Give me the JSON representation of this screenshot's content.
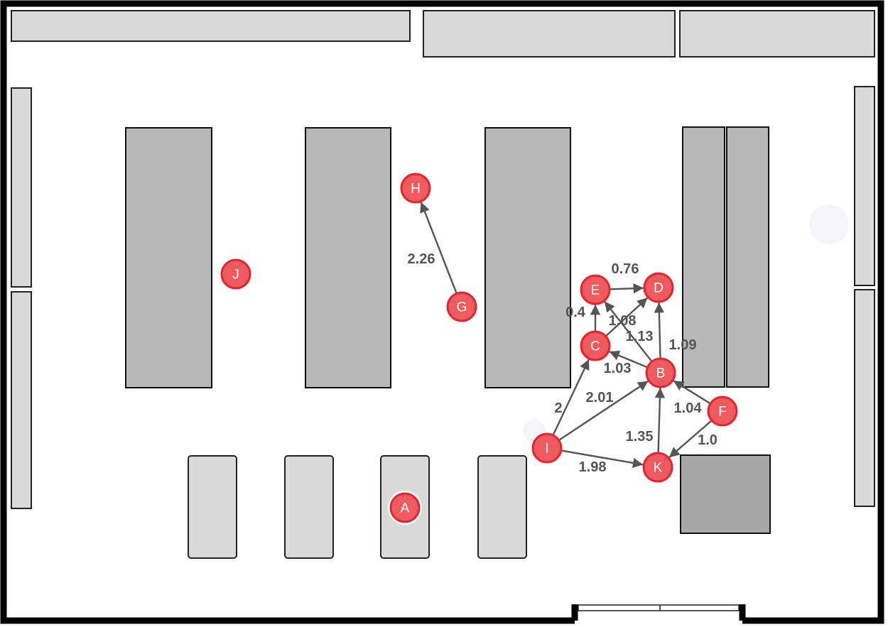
{
  "colors": {
    "node_fill": "#ef5a5f",
    "node_stroke": "#e0262e",
    "edge": "#555555",
    "wall": "#000000"
  },
  "nodes": [
    {
      "id": "A",
      "label": "A"
    },
    {
      "id": "B",
      "label": "B"
    },
    {
      "id": "C",
      "label": "C"
    },
    {
      "id": "D",
      "label": "D"
    },
    {
      "id": "E",
      "label": "E"
    },
    {
      "id": "F",
      "label": "F"
    },
    {
      "id": "G",
      "label": "G"
    },
    {
      "id": "H",
      "label": "H"
    },
    {
      "id": "I",
      "label": "I"
    },
    {
      "id": "J",
      "label": "J"
    },
    {
      "id": "K",
      "label": "K"
    }
  ],
  "edges": [
    {
      "from": "G",
      "to": "H",
      "label": "2.26"
    },
    {
      "from": "E",
      "to": "D",
      "label": "0.76"
    },
    {
      "from": "C",
      "to": "E",
      "label": "0.4"
    },
    {
      "from": "C",
      "to": "D",
      "label": "1.08"
    },
    {
      "from": "B",
      "to": "E",
      "label": "1.13"
    },
    {
      "from": "B",
      "to": "D",
      "label": "1.09"
    },
    {
      "from": "B",
      "to": "C",
      "label": "1.03"
    },
    {
      "from": "I",
      "to": "C",
      "label": "2"
    },
    {
      "from": "I",
      "to": "B",
      "label": "2.01"
    },
    {
      "from": "F",
      "to": "B",
      "label": "1.04"
    },
    {
      "from": "K",
      "to": "B",
      "label": "1.35"
    },
    {
      "from": "F",
      "to": "K",
      "label": "1.0"
    },
    {
      "from": "I",
      "to": "K",
      "label": "1.98"
    }
  ]
}
